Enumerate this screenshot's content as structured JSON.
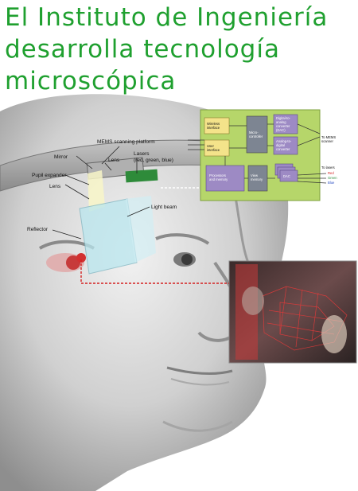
{
  "headline": {
    "line1": "El Instituto de Ingeniería",
    "line2": "desarrolla tecnología",
    "line3": "microscópica"
  },
  "callouts": {
    "mems": "MEMS scanning platform",
    "mirror": "Mirror",
    "lens_top": "Lens",
    "lasers": "Lasers",
    "lasers_sub": "(red, green, blue)",
    "pupil": "Pupil expander",
    "lens": "Lens",
    "light_beam": "Light beam",
    "reflector": "Reflector"
  },
  "block_diagram": {
    "wireless": [
      "Wireless",
      "interface"
    ],
    "user": [
      "User",
      "interface"
    ],
    "micro": [
      "Micro-",
      "controller"
    ],
    "processors": [
      "Processors",
      "and memory"
    ],
    "view": [
      "View",
      "memory"
    ],
    "d2a": [
      "Digital-to-",
      "analog",
      "converter",
      "(DAC)"
    ],
    "a2d": [
      "Analog-to-",
      "digital",
      "converter"
    ],
    "dac": "DAC",
    "to_mems": [
      "To MEMS",
      "scanner"
    ],
    "to_lasers": "To lasers",
    "red": "Red",
    "green": "Green",
    "blue": "Blue"
  },
  "colors": {
    "headline": "#1fa02f",
    "diagram_bg": "#b6d66a",
    "yellow_block": "#f4e38a",
    "purple_block": "#9d8ac4",
    "connector": "#d42020"
  }
}
